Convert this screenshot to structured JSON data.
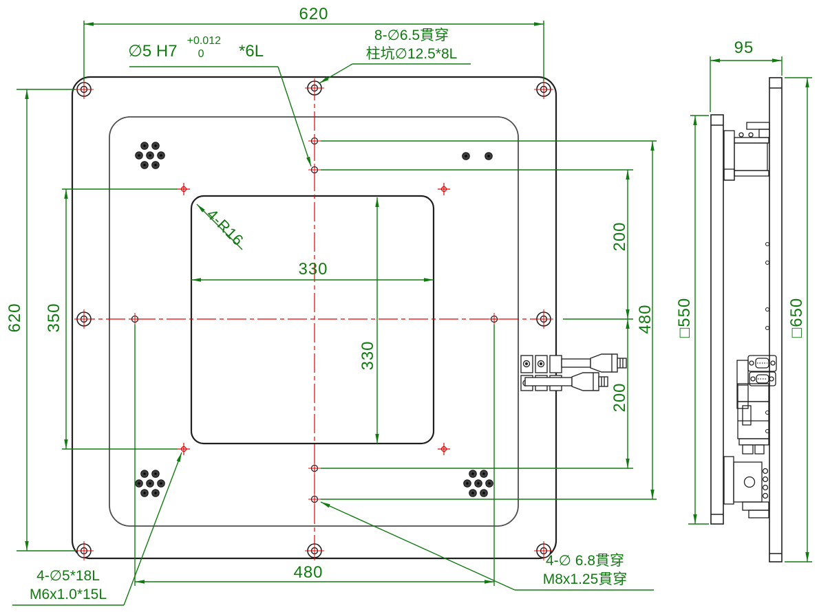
{
  "front": {
    "dim_620_top": "620",
    "dim_620_left": "620",
    "dim_350": "350",
    "dim_330_h": "330",
    "dim_330_v": "330",
    "note_radius": "4-R16",
    "tol_prefix": "∅5 H7",
    "tol_upper": "+0.012",
    "tol_lower": "0",
    "tol_suffix": "*6L",
    "note_cbore_1": "8-∅6.5貫穿",
    "note_cbore_2": "柱坑∅12.5*8L",
    "dim_200_upper": "200",
    "dim_480_right": "480",
    "dim_200_lower": "200",
    "dim_480_bottom": "480",
    "note_dowel_1": "4-∅5*18L",
    "note_dowel_2": "M6x1.0*15L",
    "note_thread_1": "4-∅ 6.8貫穿",
    "note_thread_2": "M8x1.25貫穿"
  },
  "side": {
    "dim_95": "95",
    "dim_550": "□550",
    "dim_650": "□650"
  },
  "colors": {
    "dimension_green": "#117a11",
    "centerline_red": "#e60000",
    "geometry_dark": "#1f1f1f"
  }
}
